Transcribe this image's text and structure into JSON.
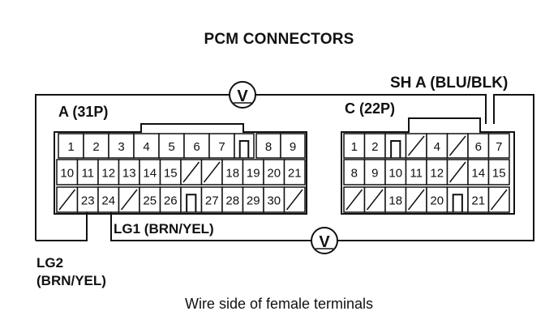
{
  "title": "PCM CONNECTORS",
  "connector_a": {
    "label": "A (31P)",
    "row1": [
      "1",
      "2",
      "3",
      "4",
      "5",
      "6",
      "7",
      "",
      "8",
      "9"
    ],
    "row2": [
      "10",
      "11",
      "12",
      "13",
      "14",
      "15",
      "",
      "",
      "18",
      "19",
      "20",
      "21"
    ],
    "row3": [
      "",
      "23",
      "24",
      "",
      "25",
      "26",
      "",
      "27",
      "28",
      "29",
      "30",
      ""
    ]
  },
  "connector_c": {
    "label": "C (22P)",
    "row1": [
      "1",
      "2",
      "",
      "",
      "4",
      "",
      "6",
      "7"
    ],
    "row2": [
      "8",
      "9",
      "10",
      "11",
      "12",
      "",
      "14",
      "15"
    ],
    "row3": [
      "",
      "",
      "18",
      "",
      "20",
      "",
      "21",
      ""
    ]
  },
  "wires": {
    "sha": "SH A (BLU/BLK)",
    "lg1": "LG1 (BRN/YEL)",
    "lg2_line1": "LG2",
    "lg2_line2": "(BRN/YEL)"
  },
  "caption": "Wire side of female terminals",
  "meter_icon_symbol": "V"
}
